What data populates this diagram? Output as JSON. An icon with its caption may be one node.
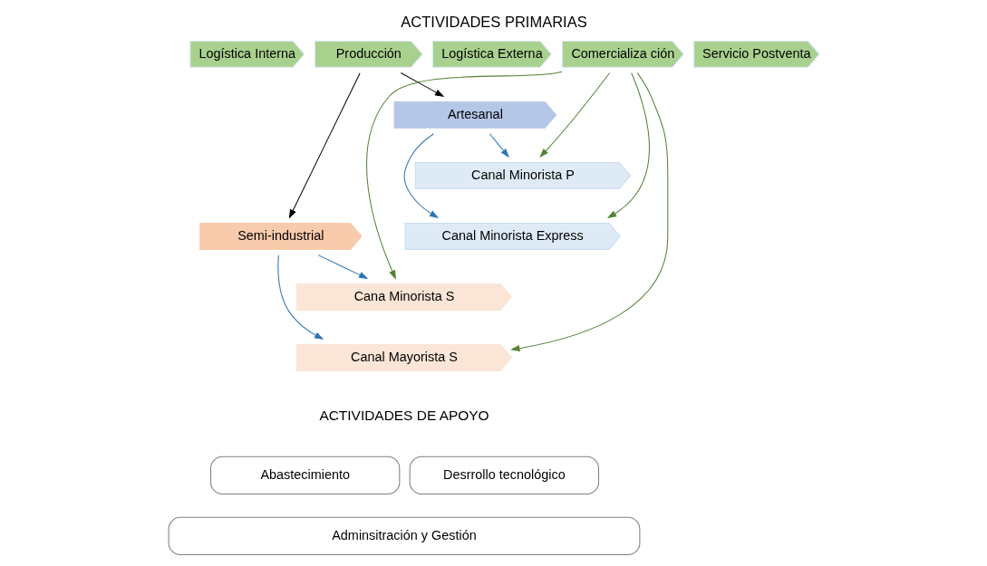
{
  "diagram": {
    "title": "ACTIVIDADES PRIMARIAS",
    "nodes": [
      {
        "text": [
          "Logística Interna"
        ]
      },
      {
        "text": [
          "Producción"
        ]
      },
      {
        "text": [
          "Logística Externa"
        ]
      },
      {
        "text": [
          "Comercializa ción"
        ]
      },
      {
        "text": [
          "Servicio Postventa"
        ]
      },
      {
        "text": [
          "Artesanal"
        ]
      },
      {
        "text": [
          "Semi-industrial"
        ]
      },
      {
        "text": [
          "Canal Minorista P"
        ]
      },
      {
        "text": [
          "Canal Minorista Express"
        ]
      },
      {
        "text": [
          "Cana Minorista S"
        ]
      },
      {
        "text": [
          "Canal Mayorista S"
        ]
      },
      {
        "text": [
          "Abastecimiento"
        ]
      },
      {
        "text": [
          "Desrrollo tecnológico"
        ]
      },
      {
        "text": [
          "Adminsitración y Gestión"
        ]
      }
    ],
    "edges": [
      {
        "from": 1,
        "to": 5,
        "arrow": "to",
        "color": "#000000"
      },
      {
        "from": 1,
        "to": 6,
        "arrow": "to",
        "color": "#000000"
      },
      {
        "from": 5,
        "to": 7,
        "arrow": "to",
        "color": "#2e75b6"
      },
      {
        "from": 5,
        "to": 8,
        "arrow": "to",
        "color": "#2e75b6"
      },
      {
        "from": 6,
        "to": 9,
        "arrow": "to",
        "color": "#2e75b6"
      },
      {
        "from": 6,
        "to": 10,
        "arrow": "to",
        "color": "#2e75b6"
      },
      {
        "from": 3,
        "to": 7,
        "arrow": "to",
        "color": "#548235"
      },
      {
        "from": 3,
        "to": 8,
        "arrow": "to",
        "color": "#548235"
      },
      {
        "from": 3,
        "to": 9,
        "arrow": "to",
        "color": "#548235"
      },
      {
        "from": 3,
        "to": 10,
        "arrow": "to",
        "color": "#548235"
      }
    ],
    "labels": [
      "ACTIVIDADES DE APOYO"
    ]
  }
}
